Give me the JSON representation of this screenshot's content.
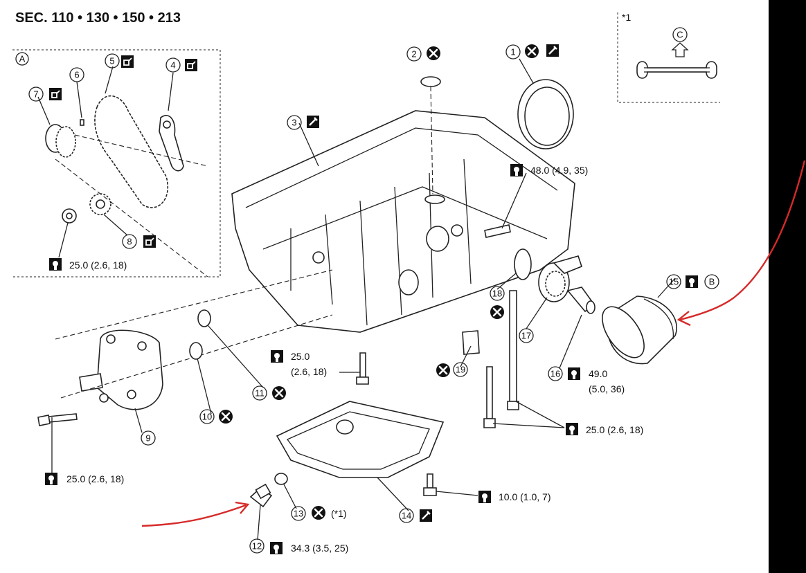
{
  "header": {
    "sections": "SEC.  110  •  130  •  150  •  213"
  },
  "inset": {
    "label": "*1",
    "view_letter": "C"
  },
  "view_a": {
    "letter": "A"
  },
  "view_b": {
    "letter": "B"
  },
  "callouts": [
    {
      "id": "c1",
      "num": "1"
    },
    {
      "id": "c2",
      "num": "2"
    },
    {
      "id": "c3",
      "num": "3"
    },
    {
      "id": "c4",
      "num": "4"
    },
    {
      "id": "c5",
      "num": "5"
    },
    {
      "id": "c6",
      "num": "6"
    },
    {
      "id": "c7",
      "num": "7"
    },
    {
      "id": "c8",
      "num": "8"
    },
    {
      "id": "c9",
      "num": "9"
    },
    {
      "id": "c10",
      "num": "10"
    },
    {
      "id": "c11",
      "num": "11"
    },
    {
      "id": "c12",
      "num": "12"
    },
    {
      "id": "c13",
      "num": "13"
    },
    {
      "id": "c14",
      "num": "14"
    },
    {
      "id": "c15",
      "num": "15"
    },
    {
      "id": "c16",
      "num": "16"
    },
    {
      "id": "c17",
      "num": "17"
    },
    {
      "id": "c18",
      "num": "18"
    },
    {
      "id": "c19",
      "num": "19"
    }
  ],
  "torques": {
    "t_sprocket": "25.0 (2.6, 18)",
    "t_48": "48.0 (4.9, 35)",
    "t_center_a": "25.0",
    "t_center_b": "(2.6, 18)",
    "t_49a": "49.0",
    "t_49b": "(5.0, 36)",
    "t_studs": "25.0 (2.6, 18)",
    "t_pump": "25.0 (2.6, 18)",
    "t_10": "10.0 (1.0, 7)",
    "t_drain": "34.3 (3.5, 25)"
  },
  "notes": {
    "note13": "(*1)"
  },
  "colors": {
    "annotation_arrow": "#d62a2a",
    "ink": "#222222",
    "edge_bar": "#000000"
  },
  "icons": [
    "do-not-reuse-icon",
    "oil-can-icon",
    "sealant-icon",
    "torque-wrench-icon"
  ]
}
